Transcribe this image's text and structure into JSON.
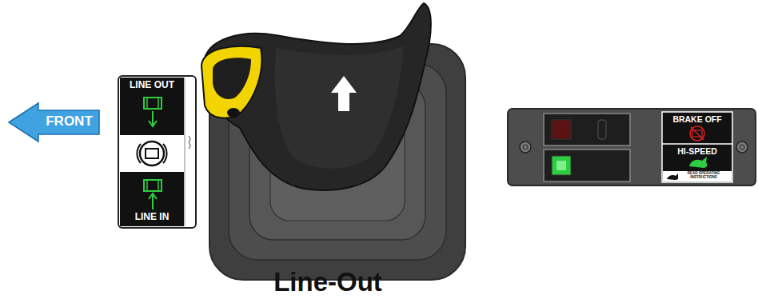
{
  "diagram": {
    "caption": "Line-Out",
    "nodes": [
      {
        "text": [
          "FRONT"
        ]
      },
      {
        "text": [
          "LINE OUT",
          "LINE IN"
        ]
      },
      {
        "text": [
          "BRAKE OFF",
          "HI-SPEED",
          "READ OPERATING INSTRUCTIONS"
        ]
      }
    ]
  }
}
